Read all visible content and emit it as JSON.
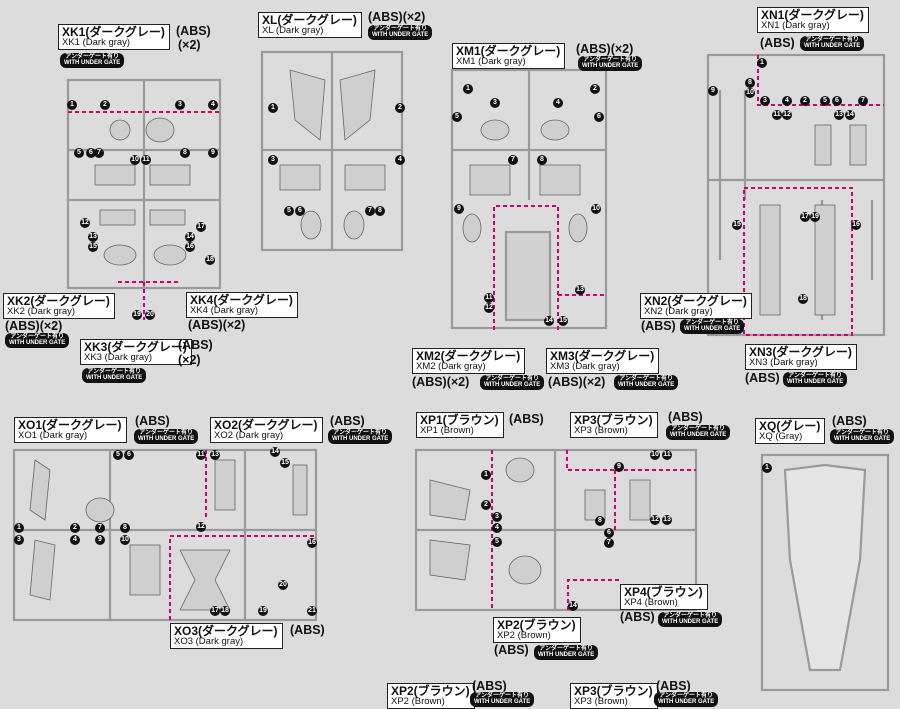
{
  "gate": {
    "jp": "アンダーゲート有り",
    "en": "WITH UNDER GATE"
  },
  "runners": {
    "xk1": {
      "jp": "XK1(ダークグレー)",
      "en": "XK1 (Dark gray)",
      "abs": "(ABS)",
      "qty": "(×2)"
    },
    "xl": {
      "jp": "XL(ダークグレー)",
      "en": "XL (Dark gray)",
      "abs": "(ABS)(×2)"
    },
    "xm1": {
      "jp": "XM1(ダークグレー)",
      "en": "XM1 (Dark gray)",
      "abs": "(ABS)(×2)"
    },
    "xn1": {
      "jp": "XN1(ダークグレー)",
      "en": "XN1 (Dark gray)",
      "abs": "(ABS)"
    },
    "xk2": {
      "jp": "XK2(ダークグレー)",
      "en": "XK2 (Dark gray)",
      "abs": "(ABS)(×2)"
    },
    "xk4": {
      "jp": "XK4(ダークグレー)",
      "en": "XK4 (Dark gray)",
      "abs": "(ABS)(×2)"
    },
    "xk3": {
      "jp": "XK3(ダークグレー)",
      "en": "XK3 (Dark gray)",
      "abs": "(ABS)",
      "qty": "(×2)"
    },
    "xn2": {
      "jp": "XN2(ダークグレー)",
      "en": "XN2 (Dark gray)",
      "abs": "(ABS)"
    },
    "xm2": {
      "jp": "XM2(ダークグレー)",
      "en": "XM2 (Dark gray)",
      "abs": "(ABS)(×2)"
    },
    "xm3": {
      "jp": "XM3(ダークグレー)",
      "en": "XM3 (Dark gray)",
      "abs": "(ABS)(×2)"
    },
    "xn3": {
      "jp": "XN3(ダークグレー)",
      "en": "XN3 (Dark gray)",
      "abs": "(ABS)"
    },
    "xo1": {
      "jp": "XO1(ダークグレー)",
      "en": "XO1 (Dark gray)",
      "abs": "(ABS)"
    },
    "xo2": {
      "jp": "XO2(ダークグレー)",
      "en": "XO2 (Dark gray)",
      "abs": "(ABS)"
    },
    "xp1": {
      "jp": "XP1(ブラウン)",
      "en": "XP1 (Brown)",
      "abs": "(ABS)"
    },
    "xp3": {
      "jp": "XP3(ブラウン)",
      "en": "XP3 (Brown)",
      "abs": "(ABS)"
    },
    "xq": {
      "jp": "XQ(グレー)",
      "en": "XQ (Gray)",
      "abs": "(ABS)"
    },
    "xo3": {
      "jp": "XO3(ダークグレー)",
      "en": "XO3 (Dark gray)",
      "abs": "(ABS)"
    },
    "xp4": {
      "jp": "XP4(ブラウン)",
      "en": "XP4 (Brown)",
      "abs": "(ABS)"
    },
    "xp2": {
      "jp": "XP2(ブラウン)",
      "en": "XP2 (Brown)",
      "abs": "(ABS)"
    },
    "xp2b": {
      "jp": "XP2(ブラウン)",
      "en": "XP2 (Brown)",
      "abs": "(ABS)"
    },
    "xp3b": {
      "jp": "XP3(ブラウン)",
      "en": "XP3 (Brown)",
      "abs": "(ABS)"
    }
  },
  "part_numbers": {
    "xk1": [
      "1",
      "2",
      "3",
      "4",
      "5",
      "6",
      "7",
      "8",
      "9",
      "10",
      "11",
      "12",
      "13",
      "14",
      "15",
      "16",
      "17",
      "18"
    ],
    "xk2": [
      "19"
    ],
    "xk4": [
      "20"
    ],
    "xl": [
      "1",
      "2",
      "3",
      "4",
      "5",
      "6",
      "7",
      "8"
    ],
    "xm1": [
      "1",
      "2",
      "3",
      "4",
      "5",
      "6",
      "7",
      "8",
      "9",
      "10",
      "11",
      "12"
    ],
    "xm2": [
      "13",
      "14",
      "15"
    ],
    "xn1": [
      "1",
      "2",
      "3",
      "4",
      "5",
      "6",
      "7",
      "8",
      "9",
      "10",
      "11",
      "12",
      "13",
      "14"
    ],
    "xn3": [
      "15",
      "16",
      "17",
      "18",
      "19"
    ],
    "xo1": [
      "1",
      "2",
      "3",
      "4",
      "5",
      "6",
      "7",
      "8",
      "9",
      "10"
    ],
    "xo2": [
      "11",
      "12",
      "13",
      "14",
      "15",
      "16"
    ],
    "xo3": [
      "17",
      "18",
      "19",
      "20",
      "21"
    ],
    "xp1": [
      "1",
      "2",
      "3",
      "4",
      "5",
      "6",
      "7",
      "8",
      "9"
    ],
    "xp3": [
      "10",
      "11",
      "12",
      "13"
    ],
    "xp4": [
      "14"
    ],
    "xq": [
      "1"
    ]
  },
  "colors": {
    "divider": "#d4006e",
    "runner": "#f2f2f2",
    "label_bg": "#ffffff"
  }
}
